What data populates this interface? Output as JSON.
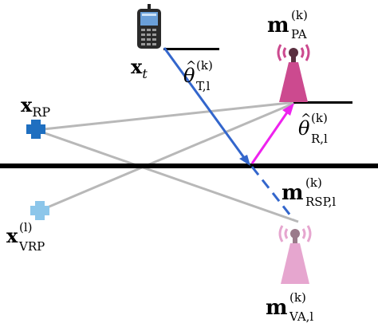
{
  "labels": {
    "x_t": {
      "main": "x",
      "sub": "t"
    },
    "x_rp": {
      "main": "x",
      "sub": "RP"
    },
    "x_vrp": {
      "main": "x",
      "sup": "(l)",
      "sub": "VRP"
    },
    "m_pa": {
      "main": "m",
      "sup": "(k)",
      "sub": "PA"
    },
    "m_rsp": {
      "main": "m",
      "sup": "(k)",
      "sub": "RSP,l"
    },
    "m_va": {
      "main": "m",
      "sup": "(k)",
      "sub": "VA,l"
    },
    "theta_t": {
      "main": "θ",
      "hat": "^",
      "sup": "(k)",
      "sub": "T,l"
    },
    "theta_r": {
      "main": "θ",
      "hat": "^",
      "sup": "(k)",
      "sub": "R,l"
    }
  },
  "colors": {
    "wall": "#000000",
    "blue_path": "#3366cc",
    "magenta_path": "#ee22ee",
    "gray_lines": "#b8b8b8",
    "rp_marker": "#1f6fc0",
    "vrp_marker": "#8cc6ea",
    "pa_antenna": "#cc4a8f",
    "va_antenna": "#e6a6cf"
  },
  "icons": [
    "mobile-phone-icon",
    "physical-anchor-antenna-icon",
    "virtual-anchor-antenna-icon",
    "reference-point-icon",
    "virtual-reference-point-icon"
  ]
}
